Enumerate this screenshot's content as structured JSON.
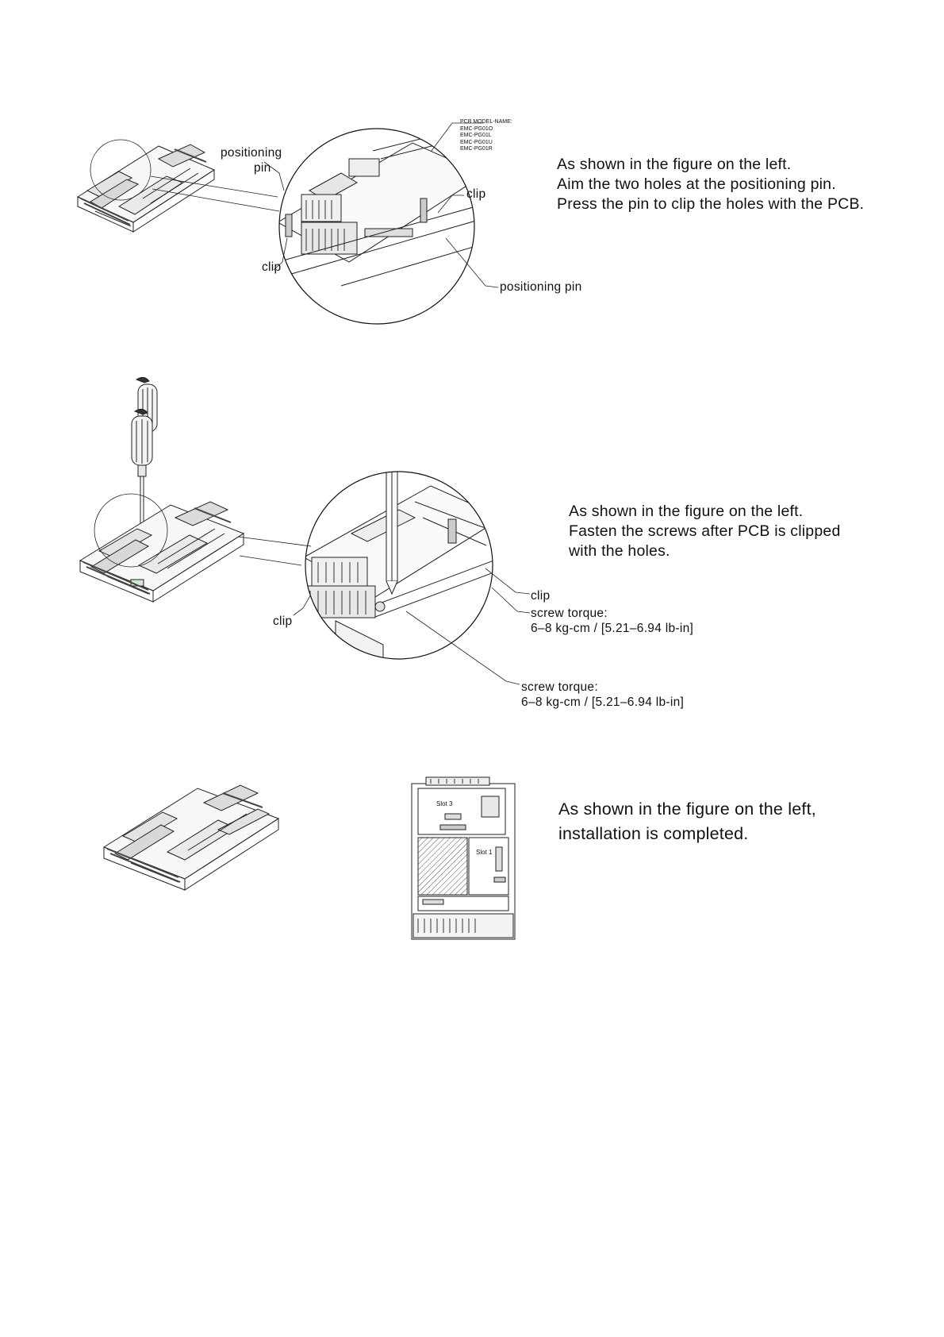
{
  "step1": {
    "text": [
      "As shown in the figure on the left.",
      "Aim the two holes at the positioning pin.",
      "Press the pin to clip the holes with the PCB."
    ],
    "label_positioning": "positioning",
    "label_pin": "pin",
    "label_clip_top": "clip",
    "label_clip_left": "clip",
    "label_positioning_pin": "positioning pin",
    "model_names": [
      "PCB MODEL-NAME:",
      "EMC-PG01O",
      "EMC-PG01L",
      "EMC-PG01U",
      "EMC-PG01R"
    ]
  },
  "step2": {
    "text": [
      "As shown in the figure on the left.",
      "Fasten the screws after PCB is clipped",
      "with the holes."
    ],
    "label_clip_right": "clip",
    "label_clip_left": "clip",
    "torque_a": [
      "screw torque:",
      "6–8 kg-cm / [5.21–6.94 lb-in]"
    ],
    "torque_b": [
      "screw torque:",
      "6–8 kg-cm / [5.21–6.94 lb-in]"
    ]
  },
  "step3": {
    "text": [
      "As shown in the figure on the left,",
      "installation is completed."
    ],
    "slot3": "Slot 3",
    "slot1": "Slot 1"
  }
}
